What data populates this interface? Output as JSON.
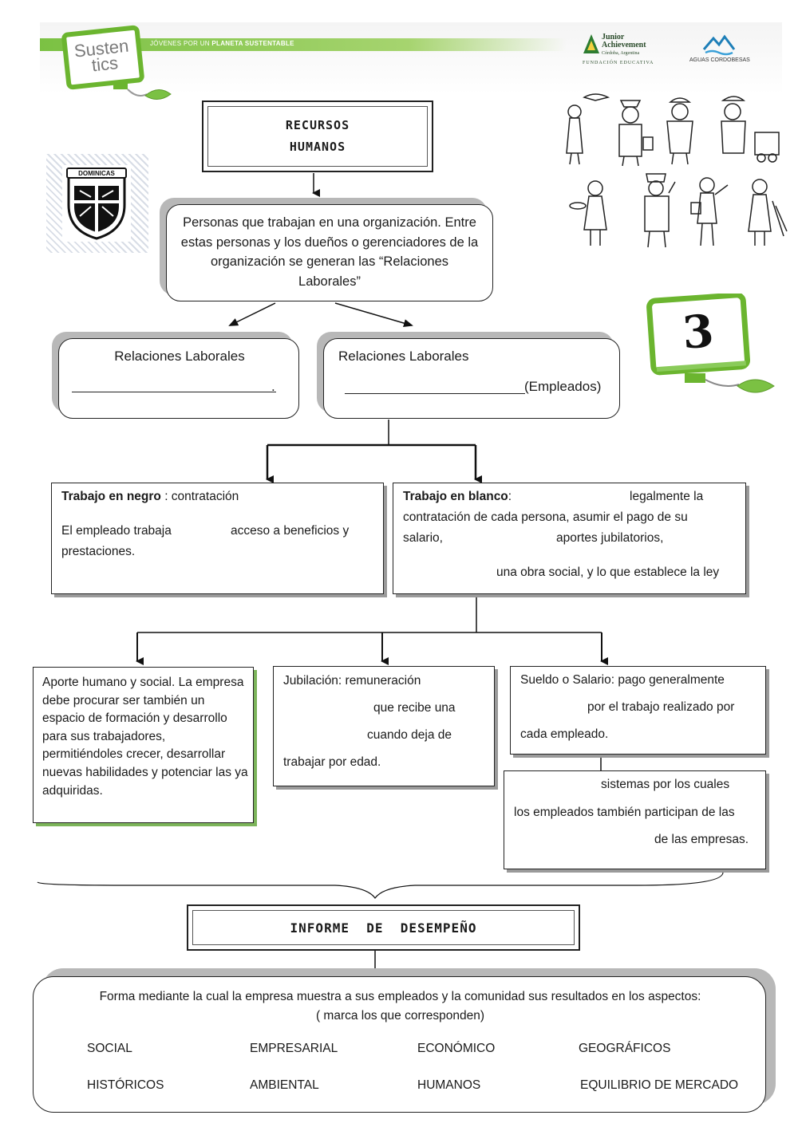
{
  "header": {
    "logo_line1": "Susten",
    "logo_line2": "tics",
    "tagline_prefix": "JÓVENES POR UN ",
    "tagline_bold": "PLANETA SUSTENTABLE",
    "ja_logo_line1": "Junior",
    "ja_logo_line2": "Achievement",
    "ja_logo_line3": "Córdoba, Argentina",
    "ja_logo_sub": "FUNDACIÓN EDUCATIVA",
    "aguas_logo": "AGUAS CORDOBESAS"
  },
  "seal": {
    "label": "DOMINICAS"
  },
  "badge": {
    "number": "3"
  },
  "title": {
    "line1": "RECURSOS",
    "line2": "HUMANOS"
  },
  "definition": {
    "text": "Personas que trabajan en una organización. Entre estas personas y los dueños o gerenciadores de la organización se generan las “Relaciones Laborales”"
  },
  "relaciones": {
    "left_title": "Relaciones Laborales",
    "left_suffix": ".",
    "right_title": "Relaciones Laborales",
    "right_suffix": "(Empleados)"
  },
  "negro": {
    "title": "Trabajo en negro",
    "title_rest": " :  contratación",
    "line2a": "El empleado trabaja",
    "line2b": "acceso a beneficios y",
    "line3": "prestaciones."
  },
  "blanco": {
    "title": "Trabajo en blanco",
    "title_rest": ":",
    "line1b": "legalmente la",
    "line2": "contratación de cada persona, asumir el pago de su",
    "line3a": "salario,",
    "line3b": "aportes jubilatorios,",
    "line4": "una obra social, y lo que establece la ley"
  },
  "aporte": {
    "text": "Aporte humano y social. La empresa debe procurar ser también un espacio de formación y desarrollo para sus trabajadores, permitiéndoles crecer, desarrollar nuevas habilidades y potenciar las ya adquiridas."
  },
  "jubilacion": {
    "line1": "Jubilación:  remuneración",
    "line2": "que recibe una",
    "line3": "cuando deja de",
    "line4": "trabajar por edad."
  },
  "sueldo": {
    "line1": "Sueldo o Salario: pago generalmente",
    "line2": "por el trabajo realizado por",
    "line3": "cada empleado."
  },
  "participacion": {
    "line1": "sistemas por los cuales",
    "line2": "los empleados también participan de las",
    "line3": "de las empresas."
  },
  "informe": {
    "title": "INFORME  DE  DESEMPEÑO",
    "description": "Forma mediante la cual la empresa muestra a sus empleados y la comunidad sus resultados en los aspectos:",
    "note": "( marca los que corresponden)",
    "options": [
      "SOCIAL",
      "EMPRESARIAL",
      "ECONÓMICO",
      "GEOGRÁFICOS",
      "HISTÓRICOS",
      "AMBIENTAL",
      "HUMANOS",
      "EQUILIBRIO DE MERCADO"
    ]
  },
  "colors": {
    "brand_green": "#6bb52f",
    "shadow_gray": "#b8b8b8"
  }
}
